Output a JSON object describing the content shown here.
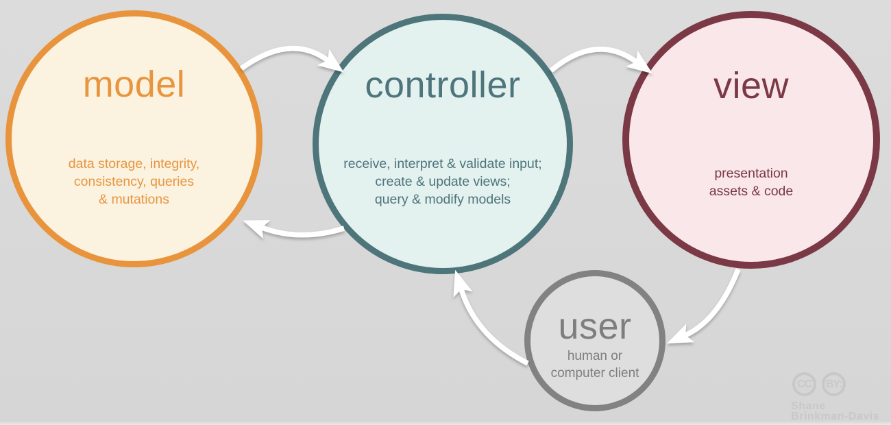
{
  "diagram": {
    "background_color": "#D8D8D8",
    "arrow_color": "#FFFFFF",
    "nodes": {
      "model": {
        "title": "model",
        "description_lines": [
          "data storage, integrity,",
          "consistency, queries",
          "& mutations"
        ],
        "border_color": "#E8943C",
        "fill_color": "#FBF2DF",
        "text_color": "#E8953F"
      },
      "controller": {
        "title": "controller",
        "description_lines": [
          "receive, interpret & validate input;",
          "create & update views;",
          "query & modify models"
        ],
        "border_color": "#4D757A",
        "fill_color": "#E3F1EF",
        "text_color": "#4E747C"
      },
      "view": {
        "title": "view",
        "description_lines": [
          "presentation",
          "assets & code"
        ],
        "border_color": "#7A3944",
        "fill_color": "#F9E7EA",
        "text_color": "#7A3944"
      },
      "user": {
        "title": "user",
        "description_lines": [
          "human or",
          "computer client"
        ],
        "border_color": "#828282",
        "fill_color": "#DEDEDE",
        "text_color": "#7E7E7E"
      }
    },
    "connections": [
      {
        "from": "model",
        "to": "controller"
      },
      {
        "from": "controller",
        "to": "view"
      },
      {
        "from": "controller",
        "to": "model"
      },
      {
        "from": "view",
        "to": "user"
      },
      {
        "from": "user",
        "to": "controller"
      }
    ]
  },
  "attribution": {
    "cc_label": "CC",
    "by_label": "BY:",
    "name_lines": [
      "Shane",
      "Brinkman-Davis"
    ],
    "color": "#C8C8C8"
  }
}
